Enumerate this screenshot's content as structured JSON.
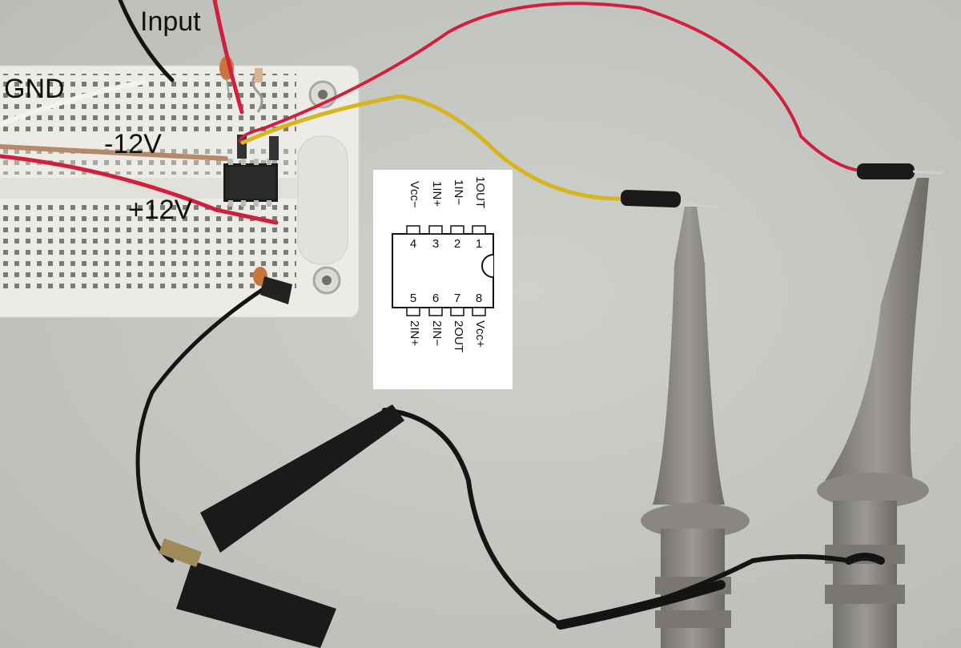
{
  "labels": {
    "input": "Input",
    "gnd": "GND",
    "neg12": "-12V",
    "pos12": "+12V"
  },
  "pinout": {
    "top_names": [
      "1OUT",
      "1IN−",
      "1IN+",
      "Vcc−"
    ],
    "top_numbers": [
      "1",
      "2",
      "3",
      "4"
    ],
    "bottom_names": [
      "Vcc+",
      "2OUT",
      "2IN−",
      "2IN+"
    ],
    "bottom_numbers": [
      "8",
      "7",
      "6",
      "5"
    ]
  },
  "colors": {
    "background": "#c9cbc6",
    "breadboard": "#ecebe6",
    "wire_red": "#d31f3c",
    "wire_yellow": "#d7b51c",
    "wire_white": "#f2f2f2",
    "wire_brown": "#b58a6a",
    "probe_gray": "#8f8c87",
    "cable_black": "#141414"
  }
}
